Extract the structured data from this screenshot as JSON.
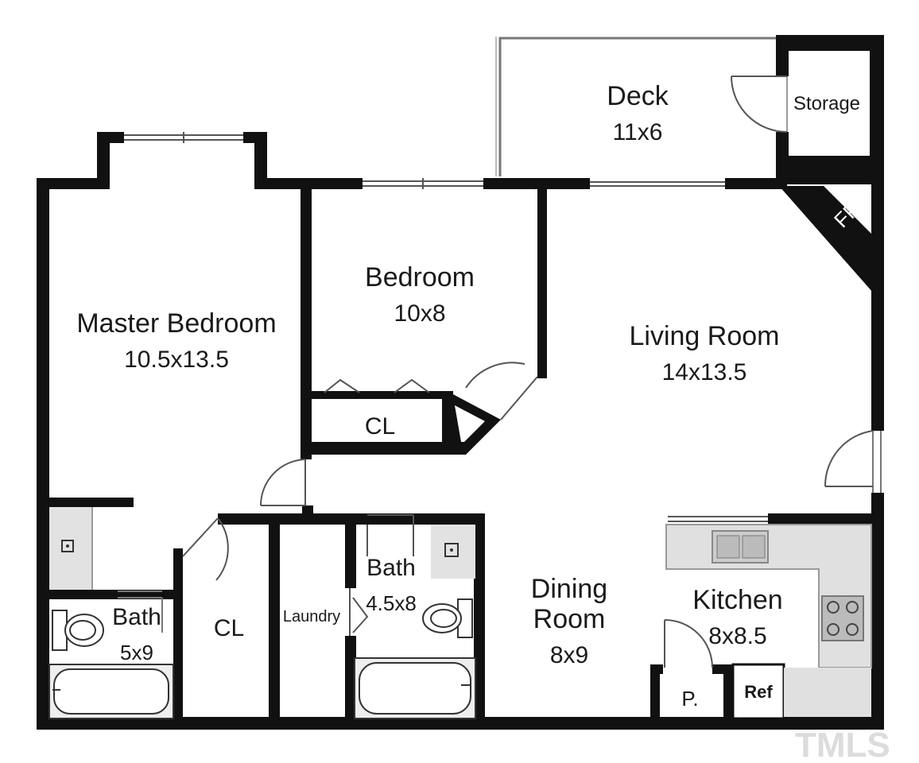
{
  "rooms": {
    "deck": {
      "label": "Deck",
      "dim": "11x6"
    },
    "storage": {
      "label": "Storage"
    },
    "fireplace": {
      "label": "FP"
    },
    "master_bedroom": {
      "label": "Master Bedroom",
      "dim": "10.5x13.5"
    },
    "bedroom": {
      "label": "Bedroom",
      "dim": "10x8"
    },
    "living_room": {
      "label": "Living Room",
      "dim": "14x13.5"
    },
    "bedroom_closet": {
      "label": "CL"
    },
    "hall_closet": {
      "label": "CL"
    },
    "master_bath": {
      "label": "Bath",
      "dim": "5x9"
    },
    "laundry": {
      "label": "Laundry"
    },
    "hall_bath": {
      "label": "Bath",
      "dim": "4.5x8"
    },
    "dining_room": {
      "label_line1": "Dining",
      "label_line2": "Room",
      "dim": "8x9"
    },
    "kitchen": {
      "label": "Kitchen",
      "dim": "8x8.5"
    },
    "pantry": {
      "label": "P."
    },
    "refrigerator": {
      "label": "Ref"
    }
  },
  "watermark": "TMLS"
}
